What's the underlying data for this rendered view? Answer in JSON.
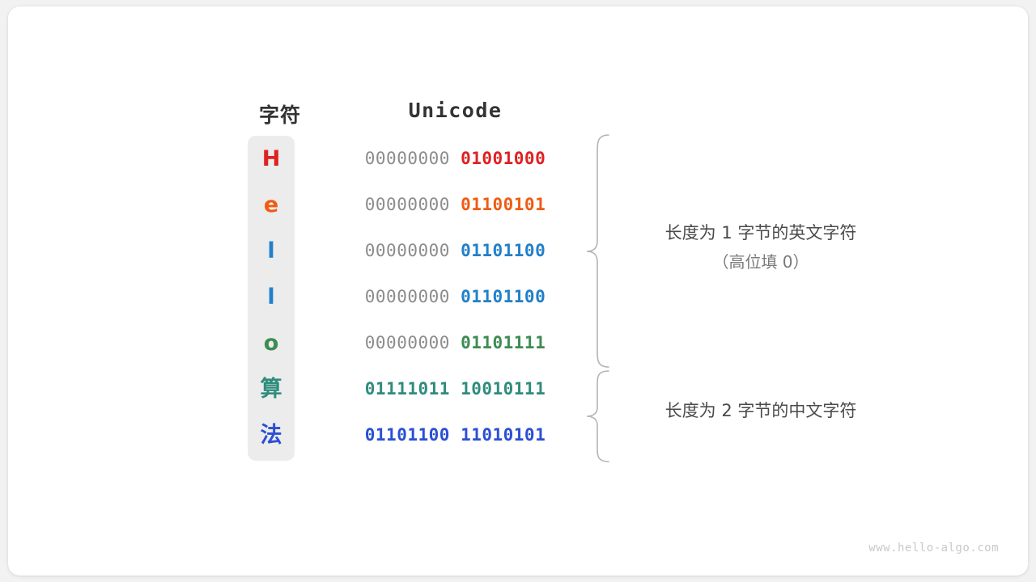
{
  "figure": {
    "watermark": "www.hello-algo.com",
    "headers": {
      "char": "字符",
      "unicode": "Unicode"
    },
    "colors": {
      "red": "#dd2222",
      "orange": "#ef5c14",
      "blue": "#2280c8",
      "green": "#3d8c52",
      "teal": "#2f8c7c",
      "royal": "#2b4fd4",
      "pad_gray": "#8c8c8c",
      "panel_bg": "#ececec",
      "brace": "#b0b0b0"
    },
    "rows": [
      {
        "char": "H",
        "kind": "latin",
        "color": "#dd2222",
        "pad": "00000000",
        "byte": "01001000"
      },
      {
        "char": "e",
        "kind": "latin",
        "color": "#ef5c14",
        "pad": "00000000",
        "byte": "01100101"
      },
      {
        "char": "l",
        "kind": "latin",
        "color": "#2280c8",
        "pad": "00000000",
        "byte": "01101100"
      },
      {
        "char": "l",
        "kind": "latin",
        "color": "#2280c8",
        "pad": "00000000",
        "byte": "01101100"
      },
      {
        "char": "o",
        "kind": "latin",
        "color": "#3d8c52",
        "pad": "00000000",
        "byte": "01101111"
      },
      {
        "char": "算",
        "kind": "cjk",
        "color": "#2f8c7c",
        "pad": "01111011",
        "byte": "10010111",
        "pad_bold": true
      },
      {
        "char": "法",
        "kind": "cjk",
        "color": "#2b4fd4",
        "pad": "01101100",
        "byte": "11010101",
        "pad_bold": true
      }
    ],
    "notes": [
      {
        "main": "长度为 1 字节的英文字符",
        "sub": "（高位填 0）"
      },
      {
        "main": "长度为 2 字节的中文字符",
        "sub": ""
      }
    ]
  }
}
